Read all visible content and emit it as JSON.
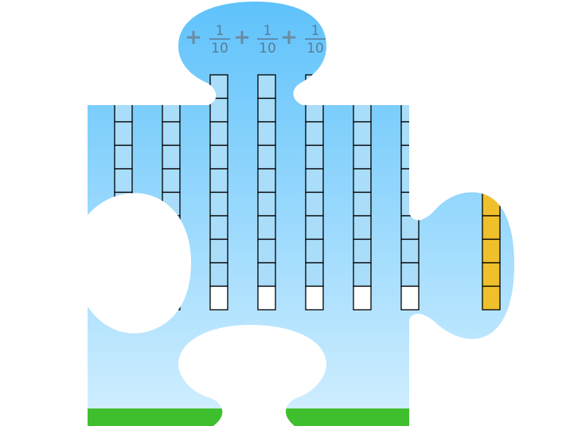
{
  "equation": {
    "terms": [
      {
        "operator": "+",
        "numerator": "1",
        "denominator": "10"
      },
      {
        "operator": "+",
        "numerator": "1",
        "denominator": "10"
      },
      {
        "operator": "+",
        "numerator": "1",
        "denominator": "10"
      }
    ]
  },
  "bars": {
    "cells_per_bar": 10,
    "filled_color": "#a9ddf9",
    "empty_color": "#ffffff",
    "highlight_color": "#f0c02c",
    "highlight_bar_filled_cells": 5
  },
  "colors": {
    "sky_top": "#5ec2fb",
    "sky_bottom": "#cfeeff",
    "ground": "#3fbf2d",
    "grid_line": "#000000"
  }
}
